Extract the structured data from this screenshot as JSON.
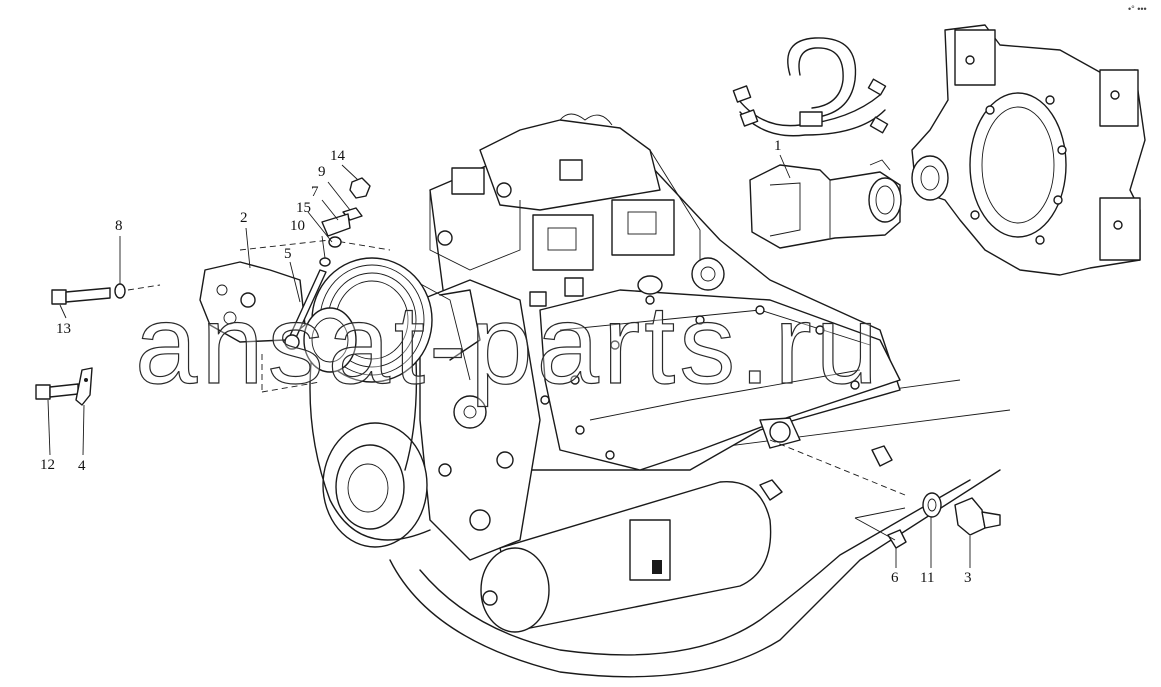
{
  "callouts": [
    "1",
    "2",
    "3",
    "4",
    "5",
    "6",
    "7",
    "8",
    "9",
    "10",
    "11",
    "12",
    "13",
    "14",
    "15"
  ],
  "watermark": "ansat-parts.ru",
  "corner_mark": "•° •••"
}
